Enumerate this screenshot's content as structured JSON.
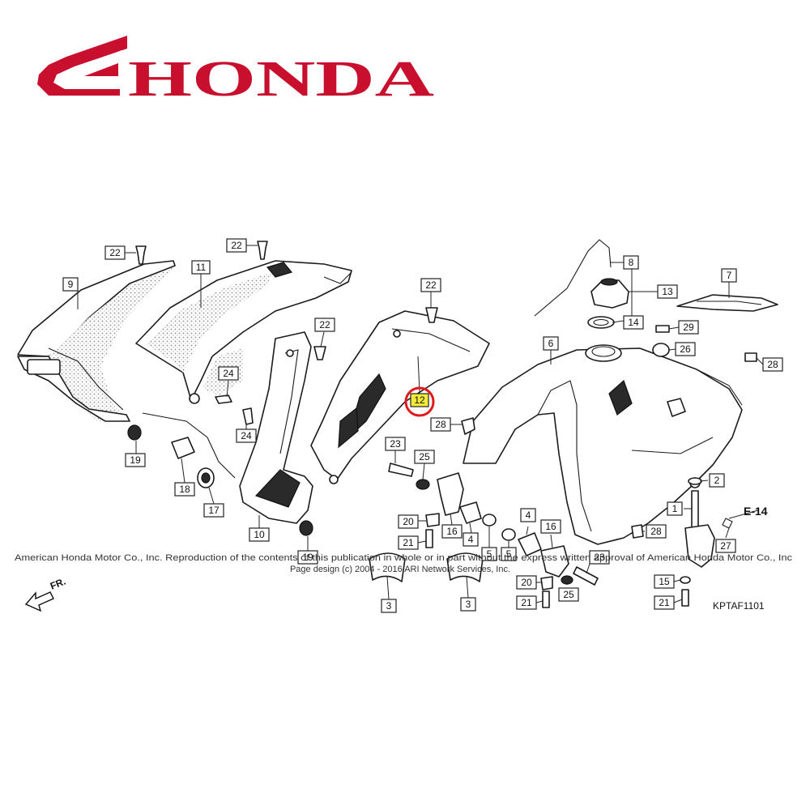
{
  "brand": {
    "name": "HONDA",
    "color": "#c8102e",
    "logo_icon": "honda-wing-icon"
  },
  "diagram": {
    "code": "KPTAF1101",
    "reference": "E-14",
    "front_arrow": "FR.",
    "copyright_line1": "American Honda Motor Co., Inc. Reproduction of the contents of this publication in whole or in part without the express written approval of American Honda Motor Co., Inc",
    "copyright_line2": "Page design (c) 2004 - 2016 ARI Network Services, Inc.",
    "highlight_color": "#e0191b",
    "highlighted_part": "12",
    "callouts": [
      {
        "id": "c1",
        "number": "22"
      },
      {
        "id": "c2",
        "number": "22"
      },
      {
        "id": "c3",
        "number": "9"
      },
      {
        "id": "c4",
        "number": "11"
      },
      {
        "id": "c5",
        "number": "22"
      },
      {
        "id": "c6",
        "number": "22"
      },
      {
        "id": "c7",
        "number": "24"
      },
      {
        "id": "c8",
        "number": "24"
      },
      {
        "id": "c9",
        "number": "19"
      },
      {
        "id": "c10",
        "number": "18"
      },
      {
        "id": "c11",
        "number": "17"
      },
      {
        "id": "c12",
        "number": "10"
      },
      {
        "id": "c13",
        "number": "19"
      },
      {
        "id": "c14",
        "number": "12"
      },
      {
        "id": "c15",
        "number": "28"
      },
      {
        "id": "c16",
        "number": "23"
      },
      {
        "id": "c17",
        "number": "25"
      },
      {
        "id": "c18",
        "number": "20"
      },
      {
        "id": "c19",
        "number": "21"
      },
      {
        "id": "c20",
        "number": "16"
      },
      {
        "id": "c21",
        "number": "4"
      },
      {
        "id": "c22",
        "number": "5"
      },
      {
        "id": "c23",
        "number": "3"
      },
      {
        "id": "c24",
        "number": "3"
      },
      {
        "id": "c25",
        "number": "8"
      },
      {
        "id": "c26",
        "number": "13"
      },
      {
        "id": "c27",
        "number": "14"
      },
      {
        "id": "c28",
        "number": "7"
      },
      {
        "id": "c29",
        "number": "29"
      },
      {
        "id": "c30",
        "number": "26"
      },
      {
        "id": "c31",
        "number": "28"
      },
      {
        "id": "c32",
        "number": "6"
      },
      {
        "id": "c33",
        "number": "2"
      },
      {
        "id": "c34",
        "number": "1"
      },
      {
        "id": "c35",
        "number": "28"
      },
      {
        "id": "c36",
        "number": "27"
      },
      {
        "id": "c37",
        "number": "15"
      },
      {
        "id": "c38",
        "number": "21"
      },
      {
        "id": "c39",
        "number": "4"
      },
      {
        "id": "c40",
        "number": "5"
      },
      {
        "id": "c41",
        "number": "16"
      },
      {
        "id": "c42",
        "number": "23"
      },
      {
        "id": "c43",
        "number": "20"
      },
      {
        "id": "c44",
        "number": "25"
      },
      {
        "id": "c45",
        "number": "21"
      }
    ]
  }
}
